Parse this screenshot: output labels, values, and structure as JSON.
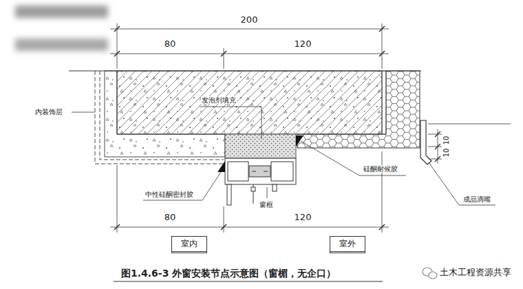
{
  "diagram": {
    "caption": "图1.4.6-3 外窗安装节点示意图（窗楣，无企口）",
    "nodes": [
      {
        "text": [
          "室内"
        ]
      },
      {
        "text": [
          "室外"
        ]
      }
    ],
    "labels": [
      "200",
      "80",
      "120",
      "发泡剂填充",
      "内装饰层",
      "10",
      "10",
      "中性硅酮密封胶",
      "窗框",
      "硅酮耐候胶",
      "成品滴嘴",
      "80",
      "120",
      "土木工程资源共享"
    ]
  }
}
